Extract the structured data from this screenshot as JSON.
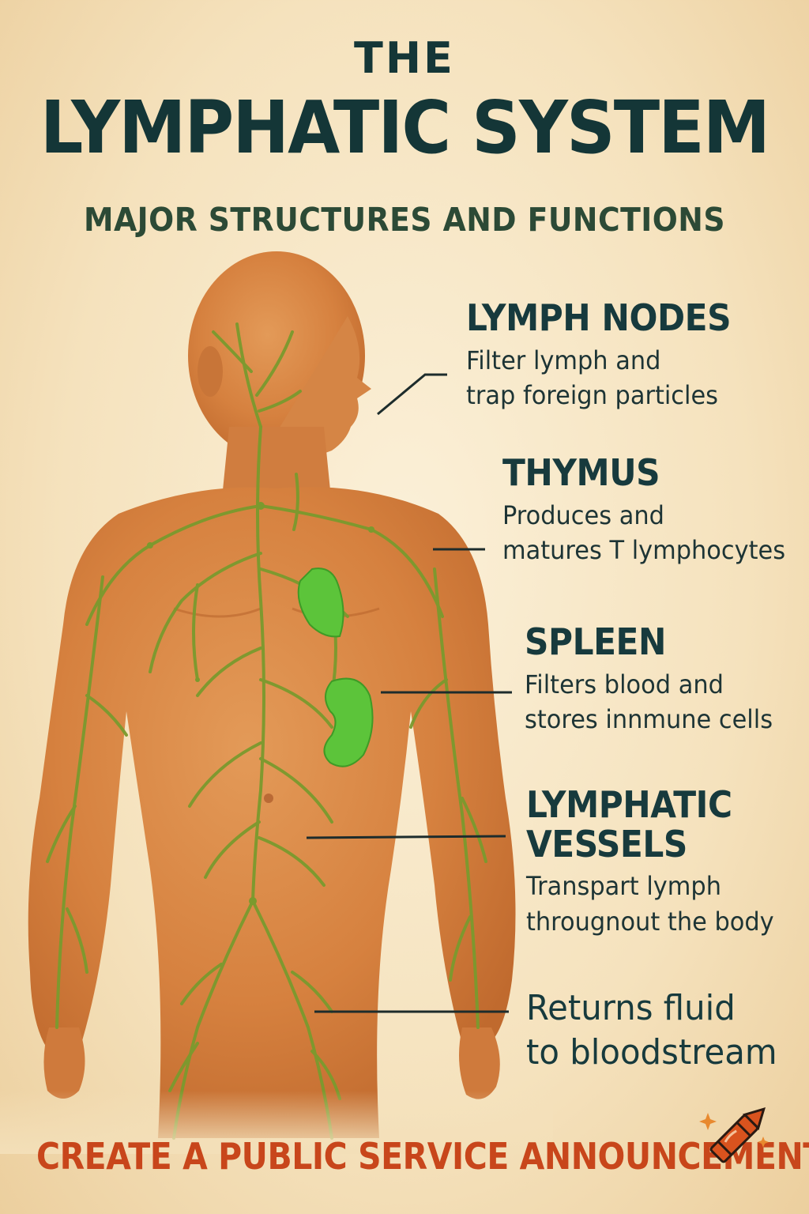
{
  "title": {
    "line1": "THE",
    "line2": "LYMPHATIC SYSTEM",
    "subtitle": "MAJOR STRUCTURES AND FUNCTIONS"
  },
  "structures": [
    {
      "heading": "LYMPH NODES",
      "desc_lines": [
        "Filter lymph and",
        "trap foreign particles"
      ]
    },
    {
      "heading": "THYMUS",
      "desc_lines": [
        "Produces and",
        "matures T lymphocytes"
      ]
    },
    {
      "heading": "SPLEEN",
      "desc_lines": [
        "Filters blood and",
        "stores innmune cells"
      ]
    },
    {
      "heading_lines": [
        "LYMPHATIC",
        "VESSELS"
      ],
      "desc_lines": [
        "Transpart lymph",
        "througnout the body"
      ]
    }
  ],
  "extra_note": {
    "lines": [
      "Returns fluid",
      "to bloodstream"
    ]
  },
  "footer": "CREATE A PUBLIC SERVICE ANNOUNCEMENT",
  "colors": {
    "background": "#f5e2bd",
    "title": "#143637",
    "subtitle": "#2c4a36",
    "skin": "#d9894a",
    "vessel": "#7a9a2e",
    "organ": "#5cc43a",
    "footer": "#c8461b"
  },
  "icons": [
    "crayon-icon",
    "sparkle-icon"
  ]
}
